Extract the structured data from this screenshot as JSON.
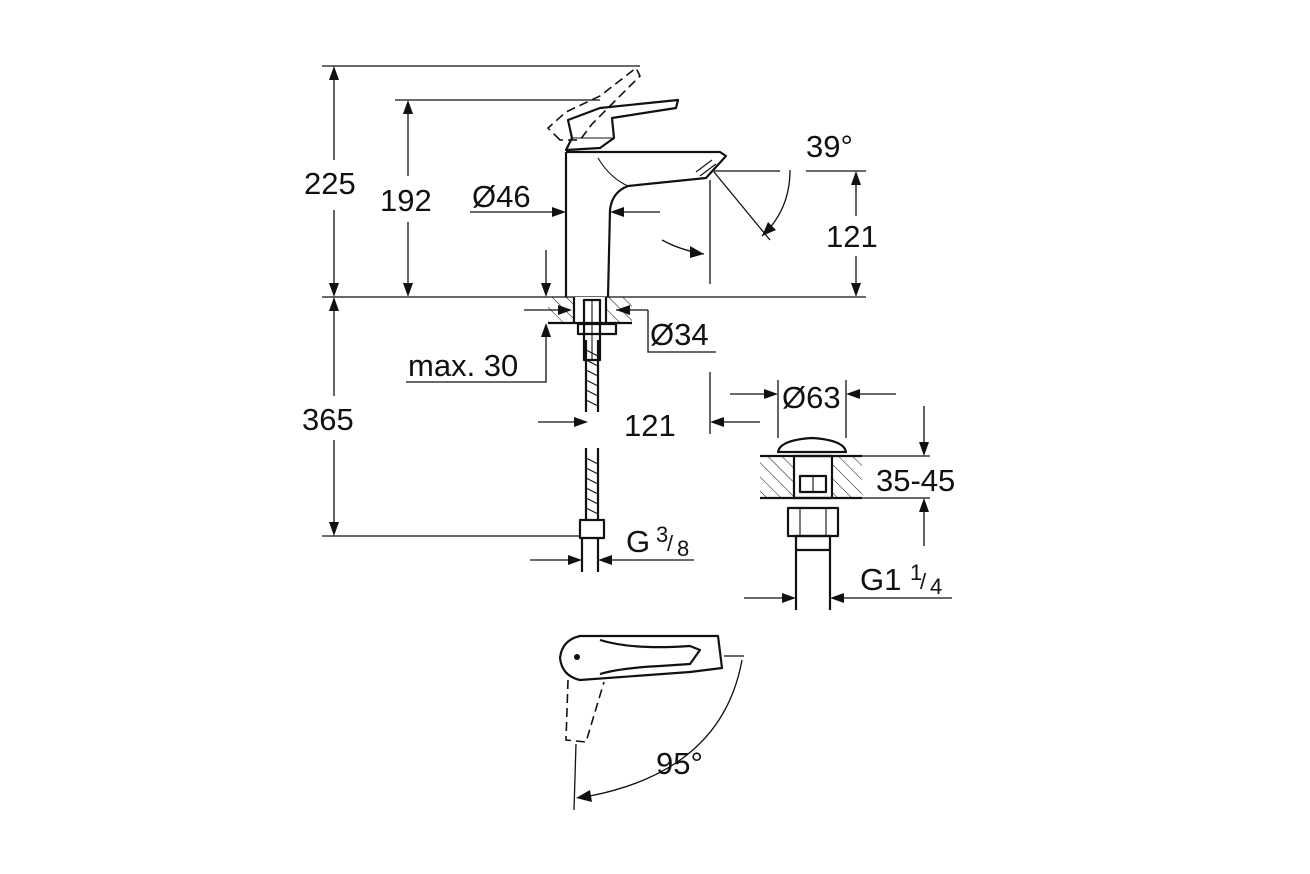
{
  "colors": {
    "ink": "#111111",
    "background": "#ffffff"
  },
  "dimensions": {
    "total_height": "225",
    "spout_height": "192",
    "body_diameter": "Ø46",
    "lever_angle": "39°",
    "outlet_height": "121",
    "hole_diameter": "Ø34",
    "max_counter_thickness": "max. 30",
    "below_counter_length": "365",
    "projection": "121",
    "waste_diameter": "Ø63",
    "basin_thickness": "35-45",
    "hose_thread_prefix": "G",
    "hose_thread_num": "3",
    "hose_thread_den": "8",
    "waste_thread_prefix": "G1",
    "waste_thread_num": "1",
    "waste_thread_den": "4",
    "swing_angle": "95°"
  }
}
